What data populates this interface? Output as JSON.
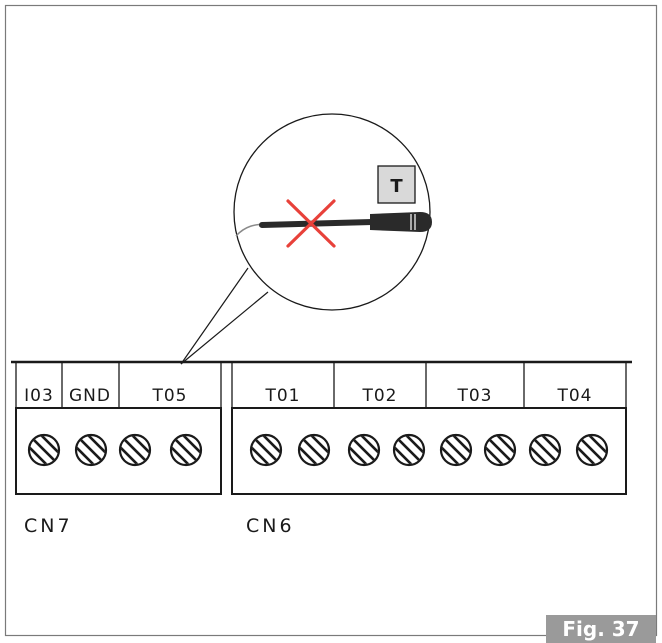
{
  "sensor_callout": {
    "probe_label": "T",
    "probe_status": "not connected"
  },
  "connector_cn7": {
    "name": "CN7",
    "terminals": [
      "I03",
      "GND",
      "T05"
    ]
  },
  "connector_cn6": {
    "name": "CN6",
    "terminals": [
      "T01",
      "T02",
      "T03",
      "T04"
    ]
  },
  "figure_label": "Fig. 37",
  "colors": {
    "line": "#1a1a1a",
    "cross": "#e8413a",
    "figure_badge": "#9a9a9a",
    "probe_label_box": "#d9d9d9"
  }
}
